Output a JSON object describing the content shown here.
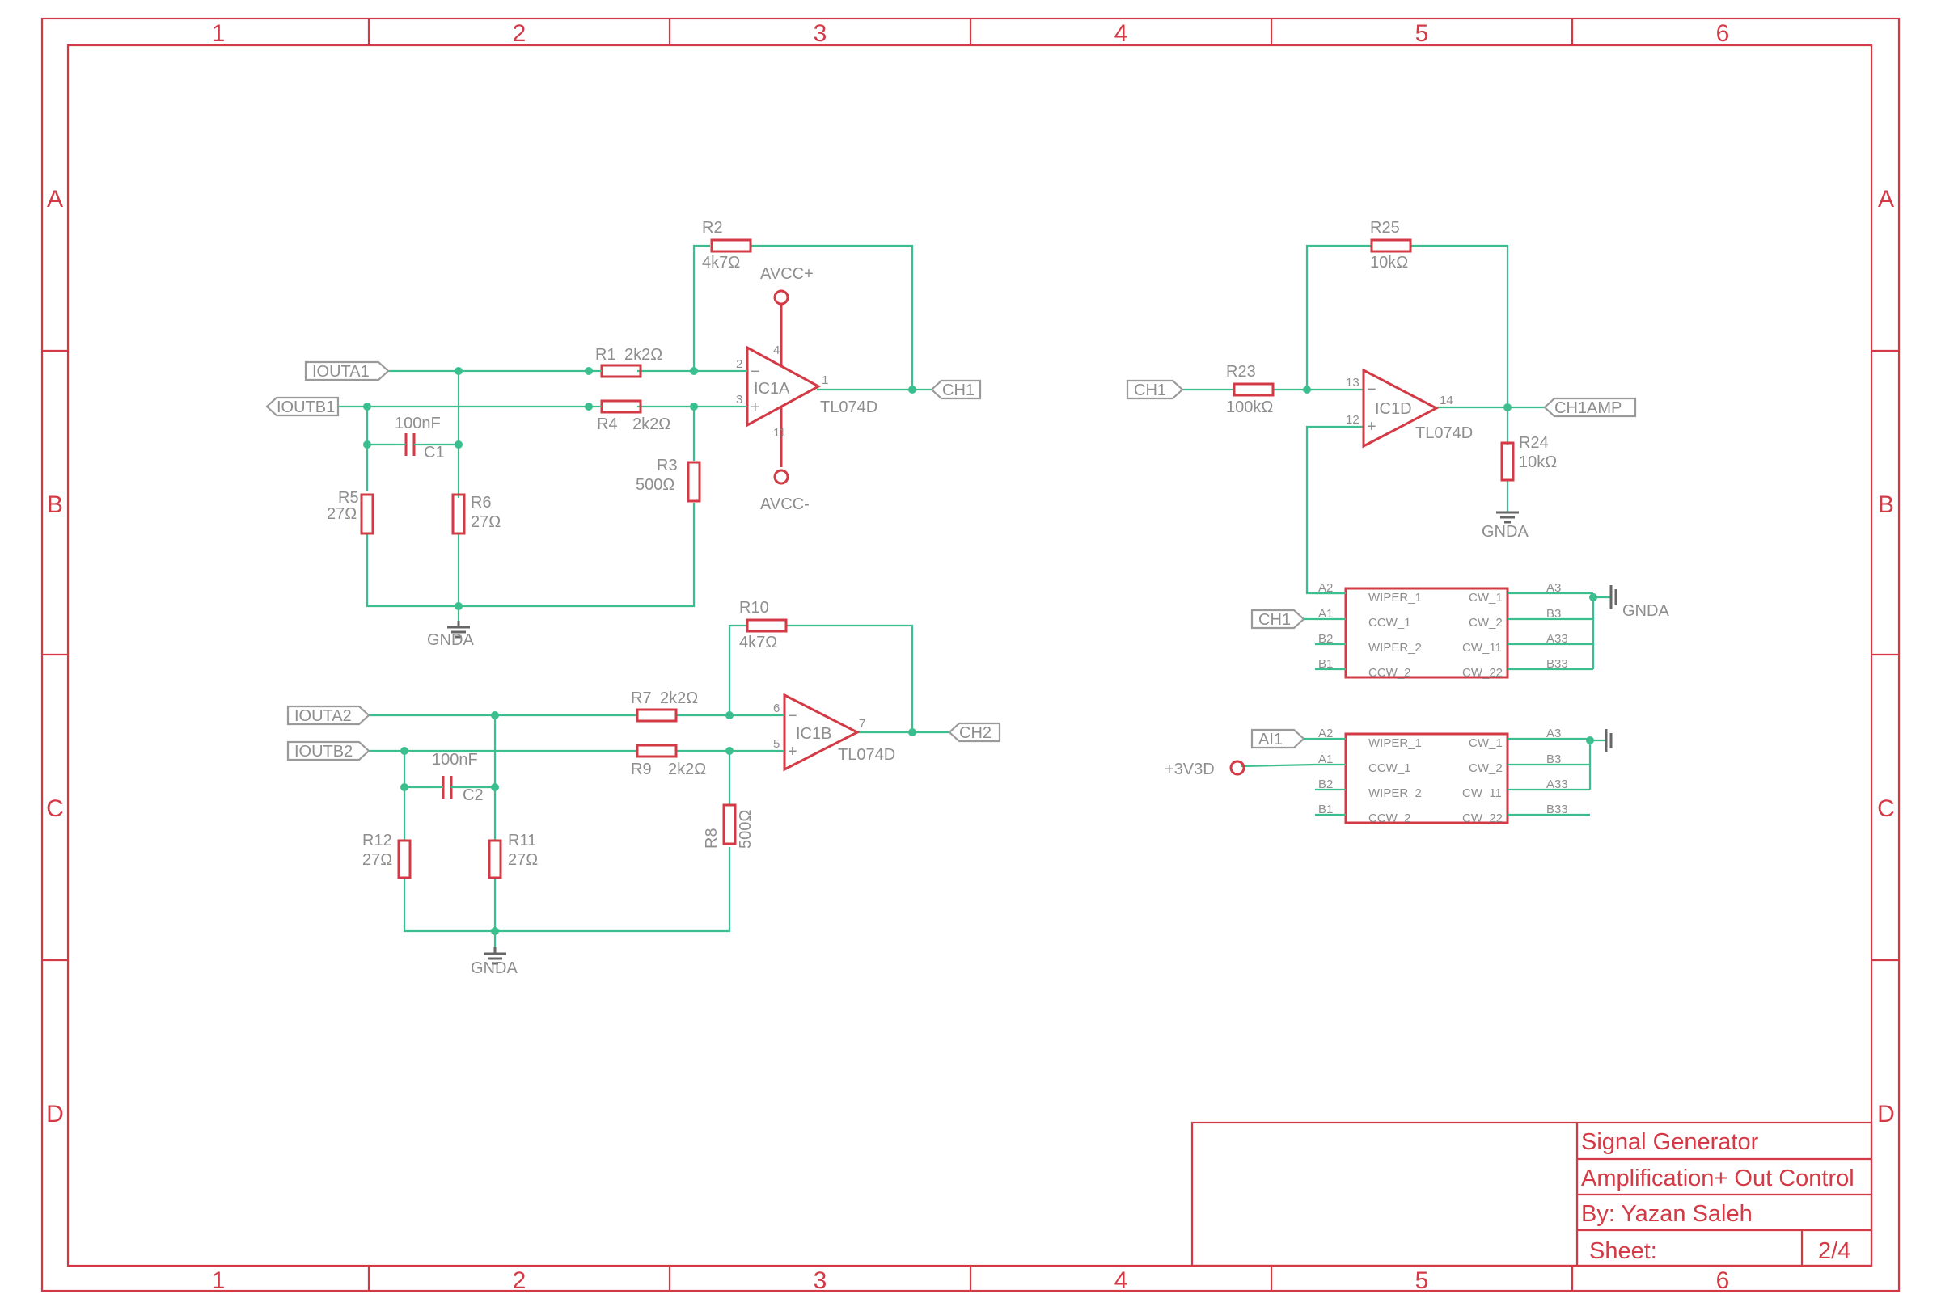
{
  "frame": {
    "columns": [
      "1",
      "2",
      "3",
      "4",
      "5",
      "6"
    ],
    "rows": [
      "A",
      "B",
      "C",
      "D"
    ]
  },
  "title_block": {
    "title": "Signal Generator",
    "subtitle": "Amplification+ Out Control",
    "author": "By: Yazan Saleh",
    "sheet_label": "Sheet:",
    "sheet_number": "2/4"
  },
  "ports": {
    "iouta1": "IOUTA1",
    "ioutb1": "IOUTB1",
    "iouta2": "IOUTA2",
    "ioutb2": "IOUTB2",
    "ch1": "CH1",
    "ch2": "CH2",
    "ch1_in": "CH1",
    "ch1amp": "CH1AMP",
    "ch1_pot": "CH1",
    "ai1": "AI1"
  },
  "supplies": {
    "avcc_pos": "AVCC+",
    "avcc_neg": "AVCC-",
    "v3v3d": "+3V3D",
    "gnda": "GNDA"
  },
  "components": {
    "r1": {
      "name": "R1",
      "value": "2k2Ω"
    },
    "r2": {
      "name": "R2",
      "value": "4k7Ω"
    },
    "r3": {
      "name": "R3",
      "value": "500Ω"
    },
    "r4": {
      "name": "R4",
      "value": "2k2Ω"
    },
    "r5": {
      "name": "R5",
      "value": "27Ω"
    },
    "r6": {
      "name": "R6",
      "value": "27Ω"
    },
    "c1": {
      "name": "C1",
      "value": "100nF"
    },
    "ic1a": {
      "name": "IC1A",
      "value": "TL074D"
    },
    "r7": {
      "name": "R7",
      "value": "2k2Ω"
    },
    "r9": {
      "name": "R9",
      "value": "2k2Ω"
    },
    "r8": {
      "name": "R8",
      "value": "500Ω"
    },
    "r10": {
      "name": "R10",
      "value": "4k7Ω"
    },
    "r11": {
      "name": "R11",
      "value": "27Ω"
    },
    "r12": {
      "name": "R12",
      "value": "27Ω"
    },
    "c2": {
      "name": "C2",
      "value": "100nF"
    },
    "ic1b": {
      "name": "IC1B",
      "value": "TL074D"
    },
    "r23": {
      "name": "R23",
      "value": "100kΩ"
    },
    "r24": {
      "name": "R24",
      "value": "10kΩ"
    },
    "r25": {
      "name": "R25",
      "value": "10kΩ"
    },
    "ic1d": {
      "name": "IC1D",
      "value": "TL074D"
    }
  },
  "pins": {
    "ic1a": [
      "2",
      "3",
      "1",
      "4",
      "11"
    ],
    "ic1b": [
      "6",
      "5",
      "7"
    ],
    "ic1d": [
      "13",
      "12",
      "14"
    ]
  },
  "pot": {
    "left_pins": [
      "A2",
      "A1",
      "B2",
      "B1"
    ],
    "inner_left": [
      "WIPER_1",
      "CCW_1",
      "WIPER_2",
      "CCW_2"
    ],
    "inner_right": [
      "CW_1",
      "CW_2",
      "CW_11",
      "CW_22"
    ],
    "right_pins": [
      "A3",
      "B3",
      "A33",
      "B33"
    ]
  },
  "colors": {
    "frame": "#d33a45",
    "wire": "#3cbf8e",
    "text": "#8e8e8e"
  }
}
